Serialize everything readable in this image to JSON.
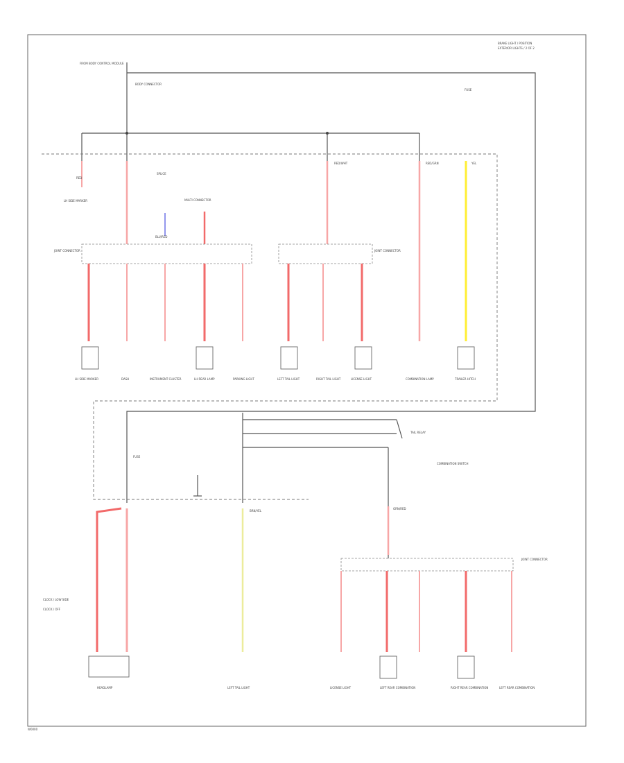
{
  "header": {
    "title_line1": "BRAKE LIGHT / POSITION",
    "title_line2": "EXTERIOR LIGHTS / 2 OF 2"
  },
  "footer": {
    "page_id": "W0000"
  },
  "colors": {
    "red_wire": "#f26a6a",
    "pink_wire": "#f7a6a6",
    "yellow_wire": "#ffee33",
    "pale_yellow_wire": "#ecec9c",
    "blue_wire": "#4a50e0",
    "black_wire": "#555555"
  },
  "labels": {
    "source_note": "FROM BODY CONTROL MODULE",
    "body_connector": "BODY CONNECTOR",
    "fuse_top": "FUSE",
    "splice": "SPLICE",
    "wire_red": "RED",
    "wire_redwht": "RED/WHT",
    "wire_redgrn": "RED/GRN",
    "wire_yel": "YEL",
    "wire_blu": "BLU/RED",
    "wire_brnyel": "BRN/YEL",
    "wire_grnred": "GRN/RED",
    "left_connector": "JOINT CONNECTOR",
    "right_connector": "JOINT CONNECTOR",
    "fuse_bottom": "FUSE",
    "relay": "TAIL RELAY",
    "light_switch": "COMBINATION SWITCH",
    "joint_connector_lower": "JOINT CONNECTOR",
    "legend_1": "CLOCK / LOW SIDE",
    "legend_2": "CLOCK / OFF"
  },
  "components": {
    "upper": [
      "LH SIDE MARKER",
      "DASH",
      "INSTRUMENT CLUSTER",
      "LH REAR LAMP",
      "PARKING LIGHT",
      "LEFT TAIL LIGHT",
      "RIGHT TAIL LIGHT",
      "LICENSE LIGHT",
      "COMBINATION LAMP",
      "TRAILER HITCH"
    ],
    "lower": [
      "HEADLAMP",
      "LEFT TAIL LIGHT",
      "LICENSE LIGHT",
      "LEFT REAR COMBINATION",
      "RIGHT REAR COMBINATION",
      "LEFT REAR COMBINATION"
    ]
  }
}
